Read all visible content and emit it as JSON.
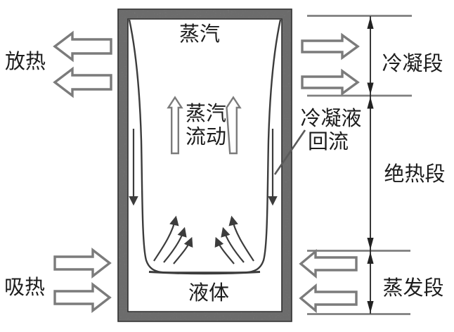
{
  "diagram": {
    "name": "heat-pipe-working-principle",
    "labels": {
      "heat_release": "放热",
      "heat_absorb": "吸热",
      "vapor": "蒸汽",
      "vapor_flow_line1": "蒸汽",
      "vapor_flow_line2": "流动",
      "liquid": "液体",
      "condensate_return_line1": "冷凝液",
      "condensate_return_line2": "回流",
      "condenser_section": "冷凝段",
      "adiabatic_section": "绝热段",
      "evaporator_section": "蒸发段"
    },
    "colors": {
      "background": "#ffffff",
      "block_arrow_outline": "#7b7b7b",
      "thin_line": "#3c3c3c",
      "dimension_rule": "#7f7f7f",
      "dimension_arrow": "#222222",
      "wall_base": "#777777",
      "wall_speckle": "#262626",
      "text": "#1c1c1c"
    }
  }
}
